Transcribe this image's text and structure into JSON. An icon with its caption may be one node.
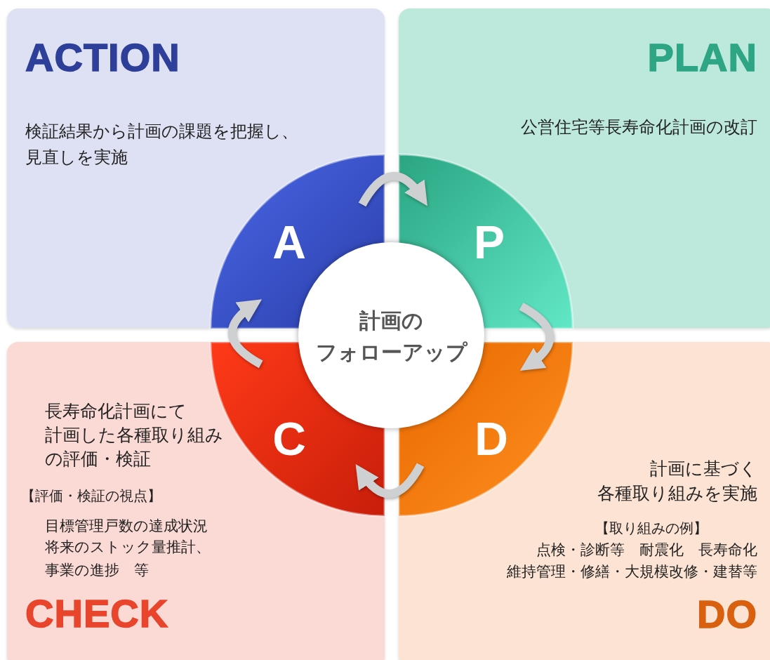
{
  "diagram": {
    "nodes": [
      {
        "text": [
          "ACTION",
          "検証結果から計画の課題を把握し、見直しを実施"
        ]
      },
      {
        "text": [
          "PLAN",
          "公営住宅等長寿命化計画の改訂"
        ]
      },
      {
        "text": [
          "長寿命化計画にて",
          "計画した各種取り組み",
          "の評価・検証",
          "【評価・検証の視点】",
          "目標管理戸数の達成状況",
          "将来のストック量推計、",
          "事業の進捗　等",
          "CHECK"
        ]
      },
      {
        "text": [
          "計画に基づく",
          "各種取り組みを実施",
          "【取り組みの例】",
          "点検・診断等　耐震化　長寿命化",
          "維持管理・修繕・大規模改修・建替等",
          "DO"
        ]
      },
      {
        "text": [
          "A"
        ],
        "in": 0
      },
      {
        "text": [
          "P"
        ],
        "in": 1
      },
      {
        "text": [
          "C"
        ],
        "in": 2
      },
      {
        "text": [
          "D"
        ],
        "in": 3
      },
      {
        "text": [
          "計画の",
          "フォローアップ"
        ]
      }
    ],
    "edges": [
      {
        "from": 4,
        "to": 5,
        "arrow": "to"
      },
      {
        "from": 5,
        "to": 7,
        "arrow": "to"
      },
      {
        "from": 7,
        "to": 6,
        "arrow": "to"
      },
      {
        "from": 6,
        "to": 4,
        "arrow": "to"
      }
    ]
  }
}
